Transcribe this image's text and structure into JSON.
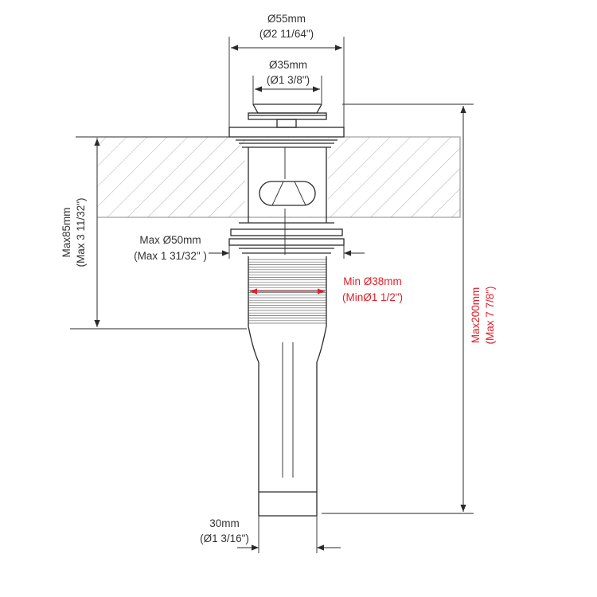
{
  "dimensions": {
    "flange_diameter": {
      "metric": "Ø55mm",
      "imperial": "(Ø2 11/64\")"
    },
    "cap_diameter": {
      "metric": "Ø35mm",
      "imperial": "(Ø1 3/8\")"
    },
    "max_hole_diameter": {
      "metric": "Max Ø50mm",
      "imperial": "(Max 1 31/32\" )"
    },
    "min_thread_diameter": {
      "metric": "Min Ø38mm",
      "imperial": "(MinØ1 1/2\")"
    },
    "max_thickness": {
      "metric": "Max85mm",
      "imperial": "(Max 3 11/32\")"
    },
    "max_height": {
      "metric": "Max200mm",
      "imperial": "(Max 7 7/8\")"
    },
    "tail_diameter": {
      "metric": "30mm",
      "imperial": "(Ø1 3/16\")"
    }
  },
  "colors": {
    "line": "#2a2a2a",
    "accent": "#e0202a",
    "hatch": "#9a9a9a"
  }
}
